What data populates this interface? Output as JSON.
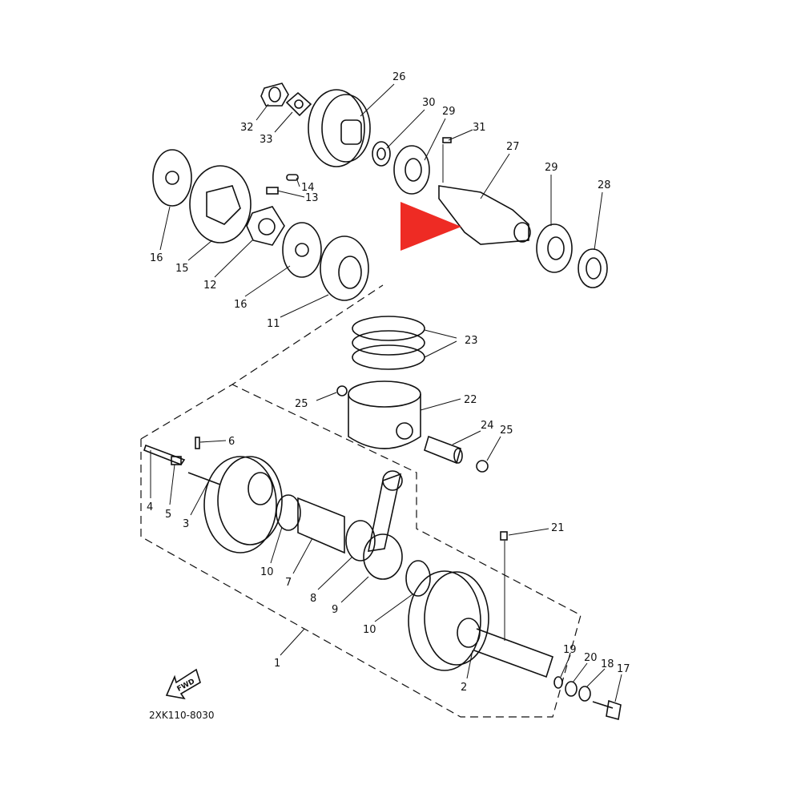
{
  "diagram_code": "2XK110-8030",
  "fwd_label": "FWD",
  "highlight_color": "#ee2b24",
  "callouts": [
    "26",
    "30",
    "29",
    "31",
    "27",
    "32",
    "33",
    "14",
    "13",
    "16",
    "15",
    "12",
    "16",
    "11",
    "29",
    "28",
    "23",
    "25",
    "22",
    "24",
    "25",
    "6",
    "4",
    "5",
    "3",
    "10",
    "7",
    "8",
    "9",
    "21",
    "10",
    "1",
    "19",
    "20",
    "18",
    "17",
    "2"
  ]
}
